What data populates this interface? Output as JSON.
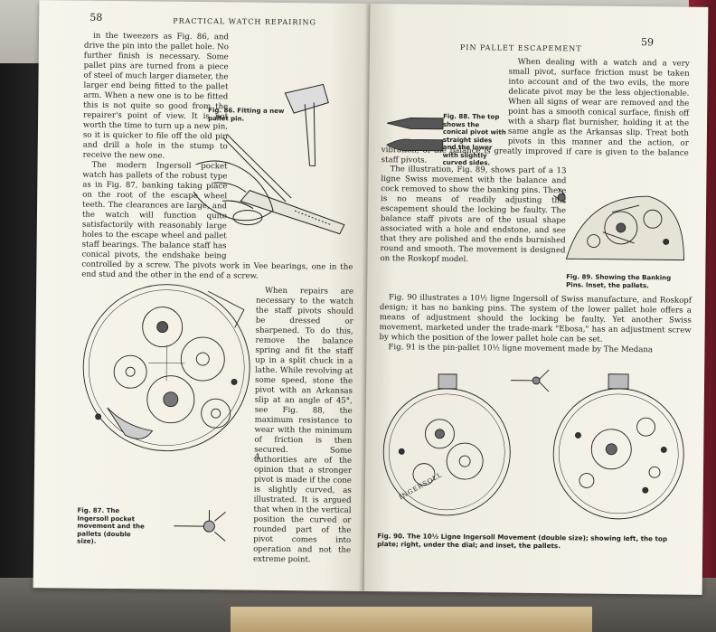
{
  "left_page": {
    "page_number": "58",
    "running_head": "PRACTICAL WATCH REPAIRING",
    "text_top": [
      "in the tweezers as Fig. 86, and drive the pin into the pallet hole. No further finish is necessary. Some pallet pins are turned from a piece of steel of much larger diameter, the larger end being fitted to the pallet arm. When a new one is to be fitted this is not quite so good from the repairer's point of view. It is not worth the time to turn up a new pin, so it is quicker to file off the old pin and drill a hole in the stump to receive the new one.",
      "The modern Ingersoll pocket watch has pallets of the robust type as in Fig. 87, banking taking place on the root of the escape wheel teeth. The clearances are large, and the watch will function quite satisfactorily with reasonably large holes to the escape wheel and pallet staff bearings. The balance staff has conical pivots, the endshake being controlled by a screw. The pivots work in Vee bearings, one in the end stud and the other in the end of a screw."
    ],
    "text_bottom": "When repairs are necessary to the watch the staff pivots should be dressed or sharpened. To do this, remove the balance spring and fit the staff up in a split chuck in a lathe. While revolving at some speed, stone the pivot with an Arkansas slip at an angle of 45°, see Fig. 88, the maximum resistance to wear with the minimum of friction is then secured. Some authorities are of the opinion that a stronger pivot is made if the cone is slightly curved, as illustrated. It is argued that when in the vertical position the curved or rounded part of the pivot comes into operation and not the extreme point.",
    "fig86_caption": "Fig. 86. Fitting a new pallet pin.",
    "fig87_caption": "Fig. 87. The Ingersoll pocket movement and the pallets (double size).",
    "fig87_letter": "A"
  },
  "right_page": {
    "page_number": "59",
    "running_head": "PIN PALLET ESCAPEMENT",
    "text_intro": "When dealing with a watch and a very small pivot, surface friction must be taken into account and of the two evils, the more delicate pivot may be the less objectionable. When all signs of wear are removed and the point has a smooth conical surface, finish off with a sharp flat burnisher, holding it at the same angle as the Arkansas slip. Treat both pivots in this manner and the action, or vibration, of the balance is greatly improved if care is given to the balance staff pivots.",
    "text_fig89": "The illustration, Fig. 89, shows part of a 13 ligne Swiss movement with the balance and cock removed to show the banking pins. There is no means of readily adjusting this escapement should the locking be faulty. The balance staff pivots are of the usual shape associated with a hole and endstone, and see that they are polished and the ends burnished round and smooth. The movement is designed on the Roskopf model.",
    "text_fig91": "Fig. 90 illustrates a 10½ ligne Ingersoll of Swiss manufacture, and Roskopf design; it has no banking pins. The system of the lower pallet hole offers a means of adjustment should the locking be faulty. Yet another Swiss movement, marketed under the trade-mark \"Ebosa,\" has an adjustment screw by which the position of the lower pallet hole can be set.",
    "text_last": "Fig. 91 is the pin-pallet 10½ ligne movement made by The Medana",
    "fig88_caption": "Fig. 88. The top shows the conical pivot with straight sides and the lower with slightly curved sides.",
    "fig89_caption": "Fig. 89. Showing the Banking Pins. Inset, the pallets.",
    "fig90_caption": "Fig. 90. The 10½ Ligne Ingersoll Movement (double size); showing left, the top plate; right, under the dial; and inset, the pallets.",
    "dial_brand": "INGERSOLL"
  }
}
